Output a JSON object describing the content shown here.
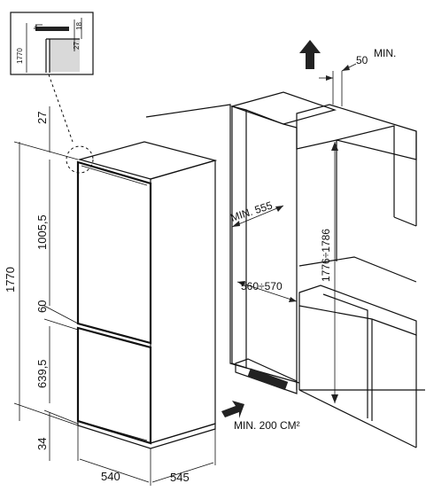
{
  "dimensions": {
    "total_height": "1770",
    "top_gap": "27",
    "upper_door": "1005,5",
    "mid_gap": "60",
    "lower_door": "639,5",
    "bottom": "34",
    "width": "540",
    "depth": "545",
    "niche_depth": "MIN. 555",
    "niche_width": "560÷570",
    "niche_height": "1776÷1786",
    "vent_gap": "50",
    "vent_gap_unit": "MIN.",
    "vent_area": "MIN. 200 CM²"
  },
  "detail": {
    "height": "1770",
    "top_offset": "4",
    "right_height": "18",
    "side_height": "27"
  },
  "colors": {
    "line": "#111111",
    "fill": "#ffffff",
    "shade": "#d9d9d9"
  },
  "icons": [
    "arrow-up-icon",
    "arrow-in-icon"
  ]
}
